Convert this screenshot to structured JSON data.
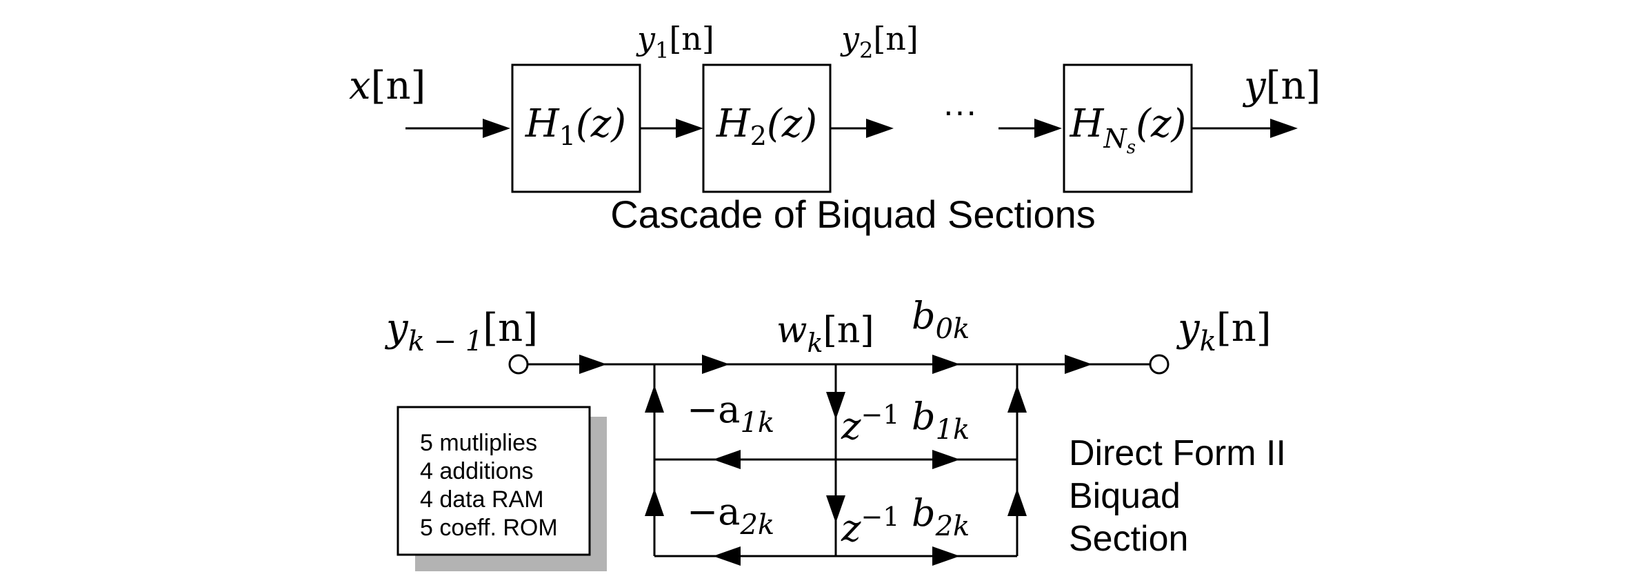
{
  "cascade": {
    "title": "Cascade of Biquad Sections",
    "input": {
      "var": "x",
      "arg": "[n]"
    },
    "output": {
      "var": "y",
      "arg": "[n]"
    },
    "ellipsis": "···",
    "sections": [
      {
        "name": "H",
        "sub": "1",
        "arg": "(z)"
      },
      {
        "name": "H",
        "sub": "2",
        "arg": "(z)"
      },
      {
        "name": "H",
        "sub": "N",
        "subsub": "s",
        "arg": "(z)"
      }
    ],
    "intermediates": [
      {
        "var": "y",
        "sub": "1",
        "arg": "[n]"
      },
      {
        "var": "y",
        "sub": "2",
        "arg": "[n]"
      }
    ]
  },
  "biquad": {
    "input": {
      "var": "y",
      "sub": "k − 1",
      "arg": "[n]"
    },
    "output": {
      "var": "y",
      "sub": "k",
      "arg": "[n]"
    },
    "state": {
      "var": "w",
      "sub": "k",
      "arg": "[n]"
    },
    "delay": {
      "base": "z",
      "exp": "−1"
    },
    "feedback": [
      {
        "prefix": "−a",
        "sub": "1k"
      },
      {
        "prefix": "−a",
        "sub": "2k"
      }
    ],
    "feedforward": [
      {
        "prefix": "b",
        "sub": "0k"
      },
      {
        "prefix": "b",
        "sub": "1k"
      },
      {
        "prefix": "b",
        "sub": "2k"
      }
    ],
    "cost": [
      "5 mutliplies",
      "4 additions",
      "4 data RAM",
      "5 coeff. ROM"
    ],
    "caption": [
      "Direct Form II",
      "Biquad",
      "Section"
    ]
  },
  "colors": {
    "ink": "#000000",
    "shadow": "#b3b3b3",
    "background": "#ffffff"
  }
}
